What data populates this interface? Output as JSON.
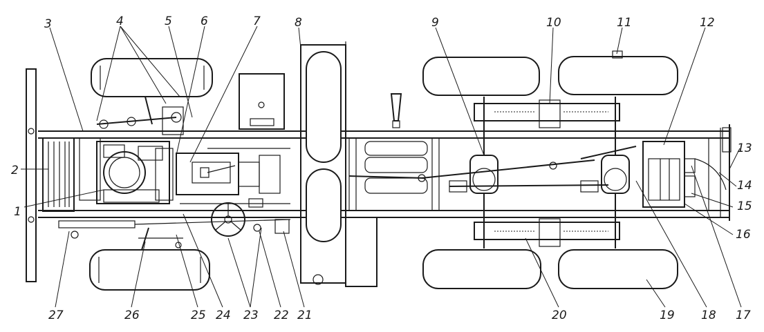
{
  "diagram": {
    "callouts": [
      {
        "id": "1",
        "label": "1"
      },
      {
        "id": "2",
        "label": "2"
      },
      {
        "id": "3",
        "label": "3"
      },
      {
        "id": "4",
        "label": "4"
      },
      {
        "id": "5",
        "label": "5"
      },
      {
        "id": "6",
        "label": "6"
      },
      {
        "id": "7",
        "label": "7"
      },
      {
        "id": "8",
        "label": "8"
      },
      {
        "id": "9",
        "label": "9"
      },
      {
        "id": "10",
        "label": "10"
      },
      {
        "id": "11",
        "label": "11"
      },
      {
        "id": "12",
        "label": "12"
      },
      {
        "id": "13",
        "label": "13"
      },
      {
        "id": "14",
        "label": "14"
      },
      {
        "id": "15",
        "label": "15"
      },
      {
        "id": "16",
        "label": "16"
      },
      {
        "id": "17",
        "label": "17"
      },
      {
        "id": "18",
        "label": "18"
      },
      {
        "id": "19",
        "label": "19"
      },
      {
        "id": "20",
        "label": "20"
      },
      {
        "id": "21",
        "label": "21"
      },
      {
        "id": "22",
        "label": "22"
      },
      {
        "id": "23",
        "label": "23"
      },
      {
        "id": "24",
        "label": "24"
      },
      {
        "id": "25",
        "label": "25"
      },
      {
        "id": "26",
        "label": "26"
      },
      {
        "id": "27",
        "label": "27"
      }
    ],
    "colors": {
      "ink": "#1a1a1a",
      "paper": "#ffffff"
    }
  }
}
